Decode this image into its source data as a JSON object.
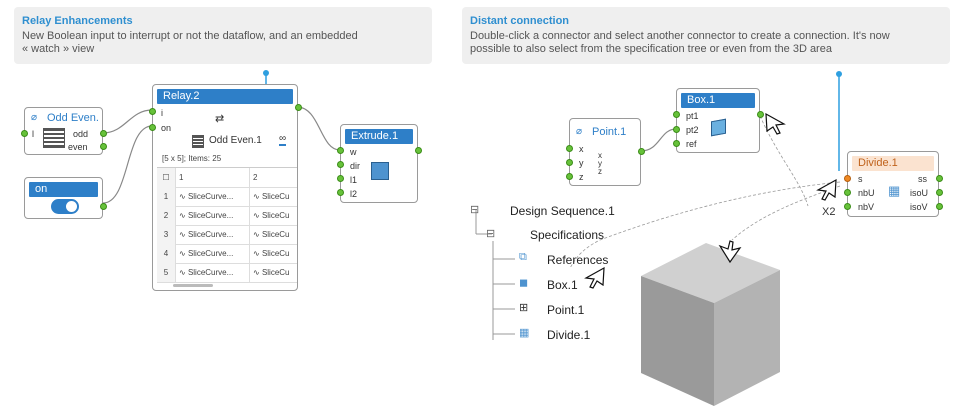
{
  "left_panel": {
    "title": "Relay Enhancements",
    "description_lines": [
      "New Boolean input to interrupt or not the dataflow, and an embedded",
      "« watch » view"
    ]
  },
  "right_panel": {
    "title": "Distant connection",
    "description_lines": [
      "Double-click a connector and select another connector to create a connection. It's now",
      "possible to also select from the specification tree or even from the 3D area"
    ]
  },
  "odd_even_node": {
    "title": "Odd Even.",
    "input_l": "l",
    "output_odd": "odd",
    "output_even": "even"
  },
  "on_node": {
    "title": "on",
    "toggle_state": "on"
  },
  "relay_node": {
    "title": "Relay.2",
    "input_i": "i",
    "input_on": "on",
    "watched_label": "Odd Even.1",
    "info": "[5 x 5]; Items: 25",
    "col1": "1",
    "col2": "2",
    "rows": [
      {
        "n": "1",
        "c1": "SliceCurve...",
        "c2": "SliceCu"
      },
      {
        "n": "2",
        "c1": "SliceCurve...",
        "c2": "SliceCu"
      },
      {
        "n": "3",
        "c1": "SliceCurve...",
        "c2": "SliceCu"
      },
      {
        "n": "4",
        "c1": "SliceCurve...",
        "c2": "SliceCu"
      },
      {
        "n": "5",
        "c1": "SliceCurve...",
        "c2": "SliceCu"
      }
    ]
  },
  "extrude_node": {
    "title": "Extrude.1",
    "inputs": [
      "w",
      "dir",
      "l1",
      "l2"
    ]
  },
  "point_node": {
    "title": "Point.1",
    "inputs": [
      "x",
      "y",
      "z"
    ]
  },
  "box_node": {
    "title": "Box.1",
    "inputs": [
      "pt1",
      "pt2",
      "ref"
    ]
  },
  "divide_node": {
    "title": "Divide.1",
    "inputs": [
      "s",
      "nbU",
      "nbV"
    ],
    "outputs": [
      "ss",
      "isoU",
      "isoV"
    ]
  },
  "x2_label": "X2",
  "tree": {
    "root": "Design Sequence.1",
    "specifications": "Specifications",
    "items": [
      "References",
      "Box.1",
      "Point.1",
      "Divide.1"
    ]
  },
  "colors": {
    "accent": "#2e7fc8",
    "port": "#67c23a",
    "divide_header": "#fbe3d0"
  }
}
